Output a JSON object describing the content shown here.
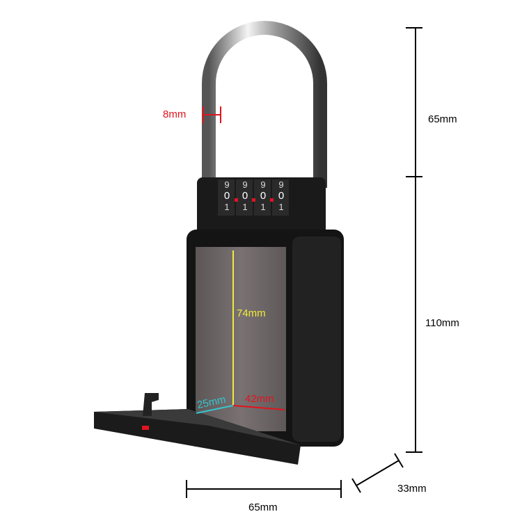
{
  "dimensions": {
    "shackle_height": "65mm",
    "body_height": "110mm",
    "width": "65mm",
    "depth": "33mm",
    "shackle_diameter": "8mm"
  },
  "interior": {
    "height": "74mm",
    "width": "42mm",
    "depth": "25mm"
  },
  "dial_digits": [
    "9",
    "0",
    "1"
  ],
  "colors": {
    "dimension_line": "#000000",
    "shackle_label": "#e0141e",
    "interior_height": "#f2ea3a",
    "interior_width": "#e0141e",
    "interior_depth": "#35c6d0",
    "body": "#141414",
    "window": "#6e6666"
  }
}
